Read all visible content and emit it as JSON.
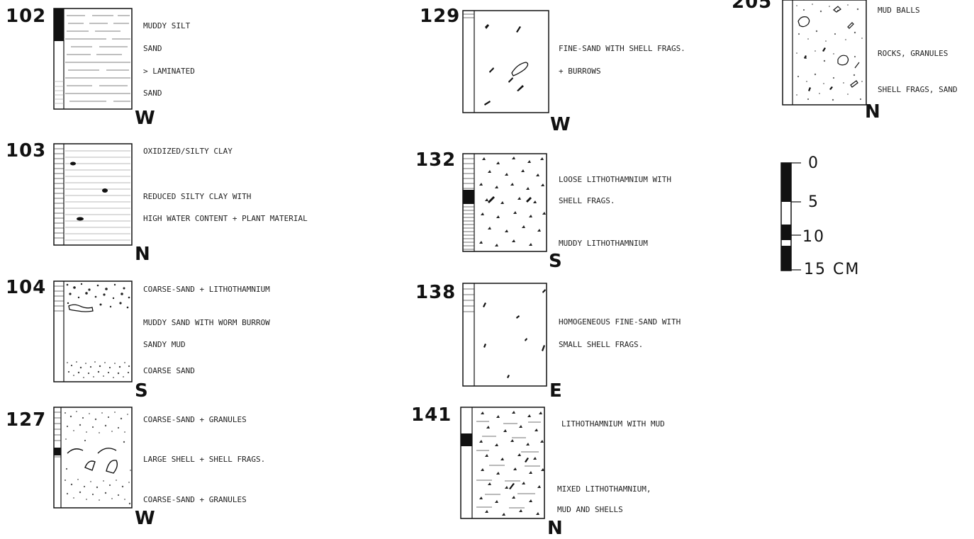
{
  "cores": [
    {
      "id": "102",
      "orientation": "W",
      "labels": [
        "MUDDY SILT",
        "SAND",
        "> LAMINATED",
        "SAND"
      ]
    },
    {
      "id": "103",
      "orientation": "N",
      "labels": [
        "OXIDIZED/SILTY CLAY",
        "REDUCED SILTY CLAY WITH",
        "HIGH WATER CONTENT + PLANT MATERIAL"
      ]
    },
    {
      "id": "104",
      "orientation": "S",
      "labels": [
        "COARSE-SAND + LITHOTHAMNIUM",
        "MUDDY SAND WITH WORM BURROW",
        "SANDY MUD",
        "COARSE SAND"
      ]
    },
    {
      "id": "127",
      "orientation": "W",
      "labels": [
        "COARSE-SAND + GRANULES",
        "LARGE SHELL + SHELL FRAGS.",
        "COARSE-SAND + GRANULES"
      ]
    },
    {
      "id": "129",
      "orientation": "W",
      "labels": [
        "FINE-SAND WITH SHELL FRAGS.",
        "+ BURROWS"
      ]
    },
    {
      "id": "132",
      "orientation": "S",
      "labels": [
        "LOOSE LITHOTHAMNIUM WITH",
        "SHELL FRAGS.",
        "MUDDY LITHOTHAMNIUM"
      ]
    },
    {
      "id": "138",
      "orientation": "E",
      "labels": [
        "HOMOGENEOUS FINE-SAND WITH",
        "SMALL SHELL FRAGS."
      ]
    },
    {
      "id": "141",
      "orientation": "N",
      "labels": [
        "LITHOTHAMNIUM WITH MUD",
        "MIXED LITHOTHAMNIUM,",
        "MUD AND SHELLS"
      ]
    },
    {
      "id": "205",
      "orientation": "N",
      "labels": [
        "MUD BALLS",
        "ROCKS, GRANULES",
        "SHELL FRAGS, SAND"
      ]
    }
  ],
  "scale": {
    "ticks": [
      "0",
      "5",
      "10",
      "15 CM"
    ]
  }
}
